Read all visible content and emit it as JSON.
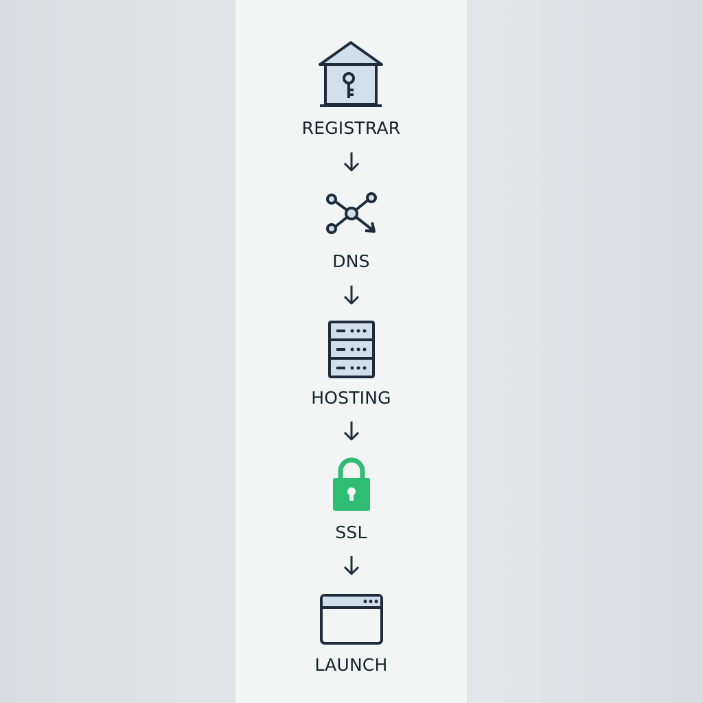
{
  "colors": {
    "background": "#e1e4e7",
    "strip": "#f3f4f4",
    "stroke": "#1d2b3a",
    "icon_fill": "#cfe0ec",
    "lock_green": "#2ebd72",
    "text": "#16202c"
  },
  "steps": [
    {
      "label": "REGISTRAR",
      "icon": "registrar-house-key-icon"
    },
    {
      "label": "DNS",
      "icon": "dns-network-node-icon"
    },
    {
      "label": "HOSTING",
      "icon": "hosting-server-icon"
    },
    {
      "label": "SSL",
      "icon": "ssl-padlock-icon"
    },
    {
      "label": "LAUNCH",
      "icon": "launch-browser-window-icon"
    }
  ]
}
